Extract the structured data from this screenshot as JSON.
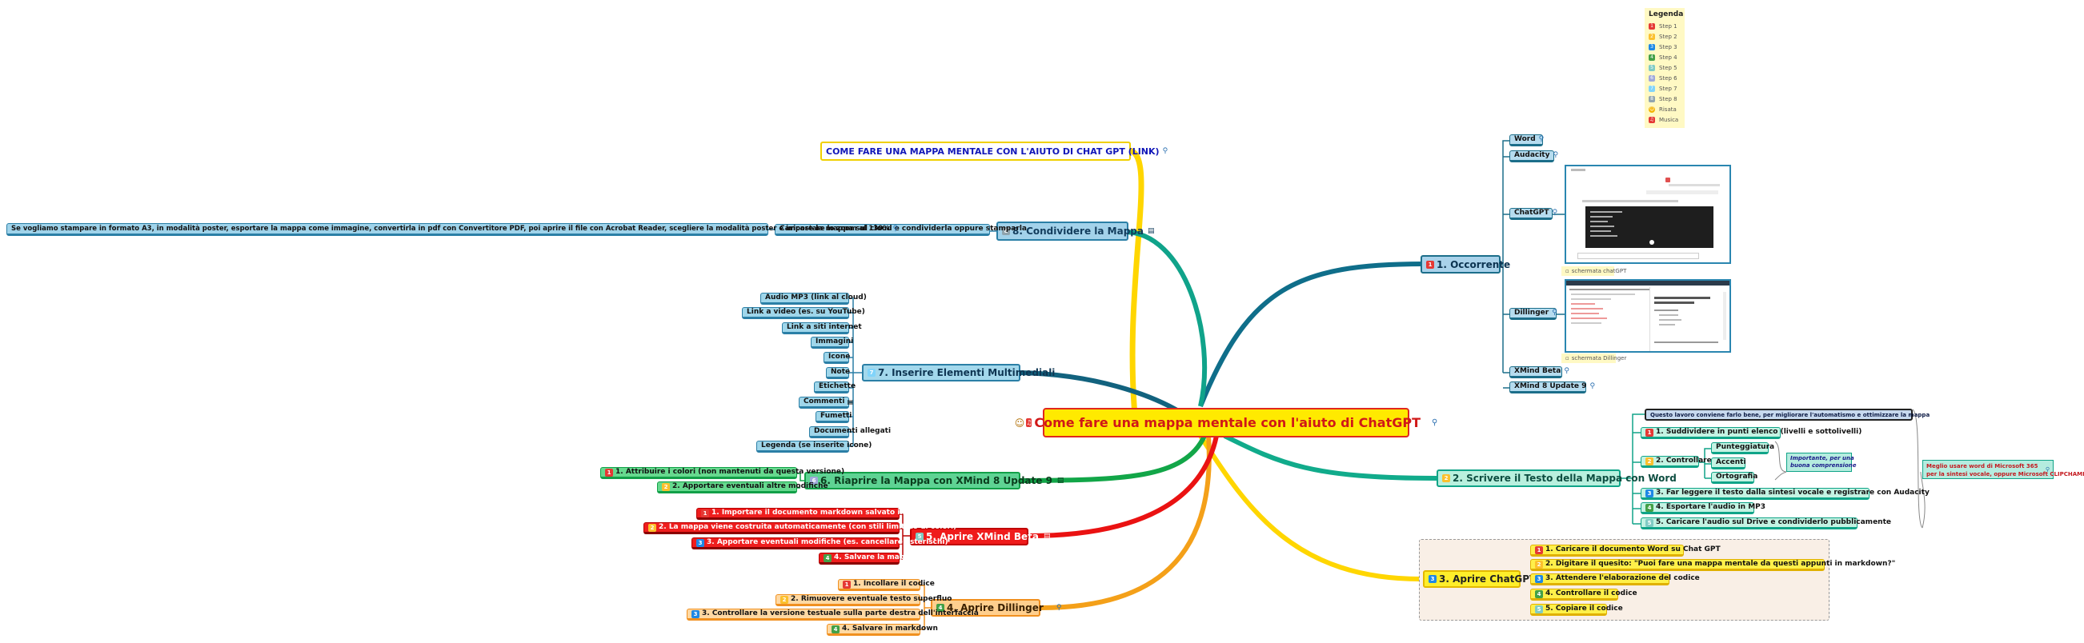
{
  "root": {
    "label": "Come fare una mappa mentale con l'aiuto di ChatGPT",
    "icon": "happy-face-icon"
  },
  "top_link": {
    "label": "COME FARE UNA MAPPA MENTALE CON L'AIUTO DI CHAT GPT (LINK)",
    "icon": "link-icon"
  },
  "legend": {
    "title": "Legenda",
    "items": [
      {
        "label": "Step 1",
        "color": "#e53935"
      },
      {
        "label": "Step 2",
        "color": "#fbc02d"
      },
      {
        "label": "Step 3",
        "color": "#1e88e5"
      },
      {
        "label": "Step 4",
        "color": "#43a047"
      },
      {
        "label": "Step 5",
        "color": "#80cbc4"
      },
      {
        "label": "Step 6",
        "color": "#9fa8da"
      },
      {
        "label": "Step 7",
        "color": "#81d4fa"
      },
      {
        "label": "Step 8",
        "color": "#90a4ae"
      },
      {
        "label": "Risata",
        "color": "#f4b400"
      },
      {
        "label": "Musica",
        "color": "#e53935"
      }
    ]
  },
  "branches": {
    "occorrente": {
      "label": "1. Occorrente",
      "items": [
        "Word",
        "Audacity",
        "ChatGPT",
        "Dillinger",
        "XMind Beta",
        "XMind 8 Update 9"
      ],
      "captions": [
        "schermata chatGPT",
        "schermata Dillinger"
      ]
    },
    "scrivere": {
      "label": "2. Scrivere il Testo della Mappa con Word",
      "note": "Questo lavoro conviene farlo bene, per migliorare l'automatismo e ottimizzare la mappa",
      "items": [
        "1. Suddividere in punti elenco (livelli e sottolivelli)",
        "2. Controllare:",
        "3. Far leggere il testo dalla sintesi vocale e registrare con Audacity",
        "4. Esportare l'audio in MP3",
        "5. Caricare l'audio sul Drive e condividerlo pubblicamente"
      ],
      "controllare": [
        "Punteggiatura",
        "Accenti",
        "Ortografia"
      ],
      "callout": [
        "Importante, per una",
        "buona comprensione"
      ],
      "side_note": [
        "Meglio usare word di Microsoft 365",
        "per la sintesi vocale, oppure Microsoft CLIPCHAMP"
      ]
    },
    "chatgpt": {
      "label": "3. Aprire ChatGPT",
      "items": [
        "1. Caricare il documento Word su Chat GPT",
        "2. Digitare il quesito: \"Puoi fare una mappa mentale da questi appunti in markdown?\"",
        "3. Attendere l'elaborazione del codice",
        "4. Controllare il codice",
        "5. Copiare il codice"
      ]
    },
    "dillinger": {
      "label": "4. Aprire Dillinger",
      "items": [
        "1. Incollare il codice",
        "2. Rimuovere eventuale testo superfluo",
        "3. Controllare la versione testuale sulla parte destra dell'interfaccia",
        "4. Salvare in markdown"
      ]
    },
    "xmind_beta": {
      "label": "5. Aprire XMind Beta",
      "items": [
        "1. Importare il documento markdown salvato in Dillinger",
        "2. La mappa viene costruita automaticamente (con stili limitato di colori)",
        "3. Apportare eventuali modifiche (es. cancellare asterischi)",
        "4. Salvare la mappa"
      ]
    },
    "riaprire": {
      "label": "6. Riaprire la Mappa con XMind 8 Update 9",
      "items": [
        "1. Attribuire i colori (non mantenuti da questa versione)",
        "2. Apportare eventuali altre modifiche"
      ]
    },
    "multimediali": {
      "label": "7. Inserire Elementi Multimediali",
      "items": [
        "Audio MP3 (link al cloud)",
        "Link a video (es. su YouTube)",
        "Link a siti internet",
        "Immagini",
        "Icone",
        "Note",
        "Etichette",
        "Commenti",
        "Fumetti",
        "Documenti allegati",
        "Legenda (se inserite icone)"
      ]
    },
    "condividere": {
      "label": "8. Condividere la Mappa",
      "items": [
        "Caricare la mappa sul cloud e condividerla oppure stamparla"
      ],
      "detail": "Se vogliamo stampare in formato A3, in modalità poster, esportare la mappa come immagine, convertirla in pdf con Convertitore PDF, poi aprire il file con Acrobat Reader, scegliere la modalità poster e impostare lo zoom al 130%"
    }
  }
}
